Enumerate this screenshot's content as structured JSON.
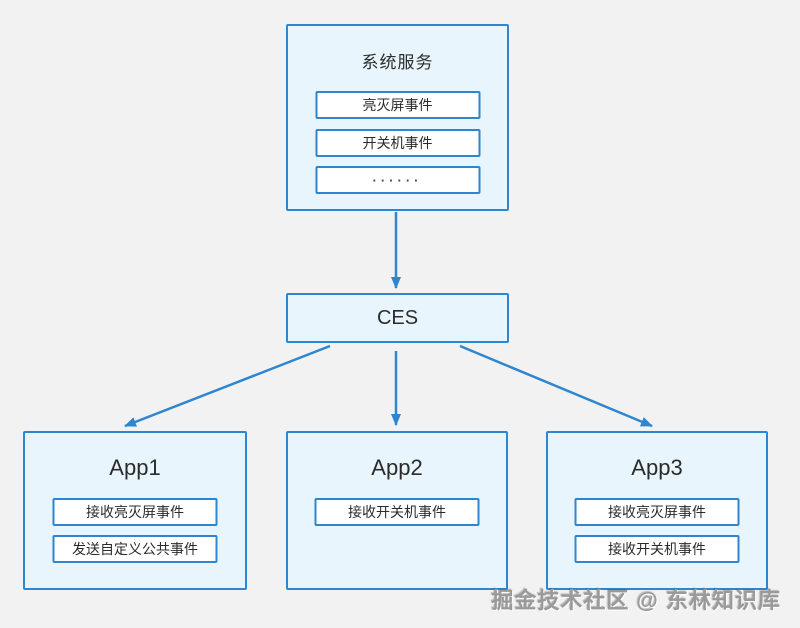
{
  "colors": {
    "accent": "#2e86d0",
    "box_fill": "#e8f5fc",
    "background": "#f1f2f1"
  },
  "system_service": {
    "title": "系统服务",
    "events": [
      "亮灭屏事件",
      "开关机事件",
      "······"
    ]
  },
  "ces": {
    "label": "CES"
  },
  "apps": [
    {
      "title": "App1",
      "items": [
        "接收亮灭屏事件",
        "发送自定义公共事件"
      ]
    },
    {
      "title": "App2",
      "items": [
        "接收开关机事件"
      ]
    },
    {
      "title": "App3",
      "items": [
        "接收亮灭屏事件",
        "接收开关机事件"
      ]
    }
  ],
  "watermark": "掘金技术社区 @ 东林知识库"
}
